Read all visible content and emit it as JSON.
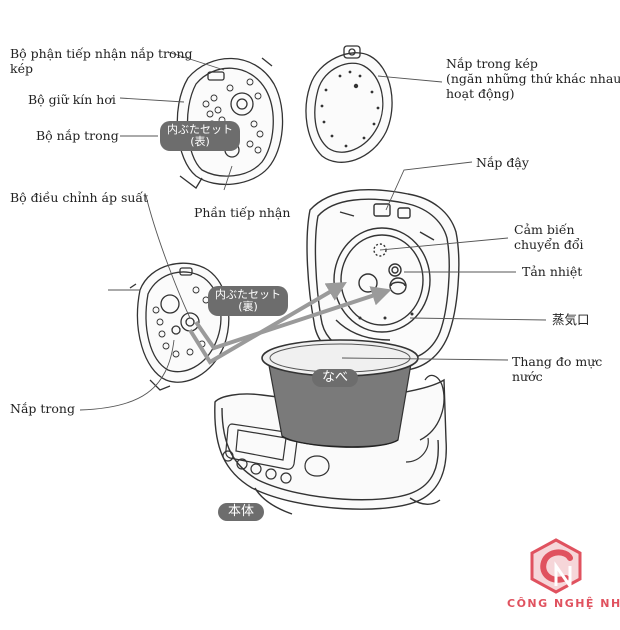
{
  "labels": {
    "inner_lid_receiver": [
      "Bộ phận tiếp nhận nắp trong",
      "kép"
    ],
    "steam_seal": "Bộ giữ kín hơi",
    "inner_lid_set": "Bộ nắp trong",
    "receiver": "Phần tiếp nhận",
    "pressure_regulator": "Bộ điều chỉnh áp suất",
    "inner_lid": "Nắp trong",
    "double_inner_lid": [
      "Nắp trong kép",
      "(ngăn những thứ khác nhau",
      "hoạt động)"
    ],
    "outer_lid": "Nắp đậy",
    "switch_sensor": [
      "Cảm biến",
      "chuyển đổi"
    ],
    "heat_sink": "Tản nhiệt",
    "steam_vent": "蒸気口",
    "water_level_scale": [
      "Thang đo mực",
      "nước"
    ]
  },
  "tags": {
    "inner_lid_front": [
      "内ぶたセット",
      "(表)"
    ],
    "inner_lid_back": [
      "内ぶたセット",
      "(裏)"
    ],
    "pot": "なべ",
    "body": "本体"
  },
  "brand": {
    "name": "CÔNG NGHỆ NHẬT",
    "color": "#e0525f",
    "logo_icon": "cn-hexagon-logo-icon"
  },
  "colors": {
    "line": "#333333",
    "leader": "#555555",
    "pill": "#6d6d6d",
    "arrow": "#9a9a9a",
    "pot_fill": "#7a7a7a"
  }
}
